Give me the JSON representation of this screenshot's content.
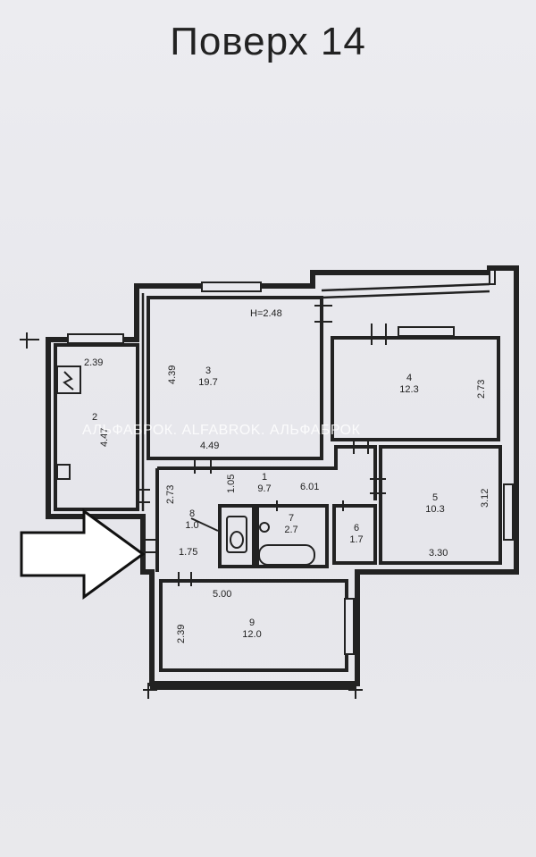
{
  "title": "Поверх 14",
  "height_label": "H=2.48",
  "watermark": "АЛЬФАБРОК. ALFABROK. АЛЬФАБРОК",
  "rooms": [
    {
      "id": "1",
      "area": "9.7"
    },
    {
      "id": "2",
      "area": ""
    },
    {
      "id": "3",
      "area": "19.7"
    },
    {
      "id": "4",
      "area": "12.3"
    },
    {
      "id": "5",
      "area": "10.3"
    },
    {
      "id": "6",
      "area": "1.7"
    },
    {
      "id": "7",
      "area": "2.7"
    },
    {
      "id": "8",
      "area": "1.0"
    },
    {
      "id": "9",
      "area": "12.0"
    }
  ],
  "dimensions": {
    "d_239_top": "2.39",
    "d_447": "4.47",
    "d_439": "4.39",
    "d_449": "4.49",
    "d_273_r4": "2.73",
    "d_601": "6.01",
    "d_105": "1.05",
    "d_273_hall": "2.73",
    "d_175": "1.75",
    "d_312": "3.12",
    "d_330": "3.30",
    "d_500": "5.00",
    "d_239_r9": "2.39"
  },
  "colors": {
    "background": "#e9e9ee",
    "wall": "#222222",
    "arrow_fill": "#ffffff"
  }
}
